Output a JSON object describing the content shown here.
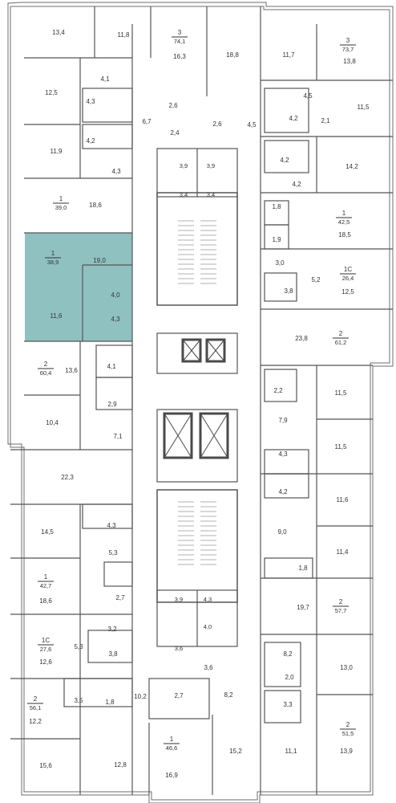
{
  "colors": {
    "highlight": "#8fc1c1",
    "wall": "#4a4a4a",
    "background": "#ffffff"
  },
  "units": [
    {
      "id": "u1",
      "rooms": "1",
      "area": "39,0"
    },
    {
      "id": "u2",
      "rooms": "1",
      "area": "38,9",
      "highlighted": true
    },
    {
      "id": "u3",
      "rooms": "2",
      "area": "60,4"
    },
    {
      "id": "u4",
      "rooms": "1",
      "area": "42,7"
    },
    {
      "id": "u5",
      "rooms": "1С",
      "area": "27,6"
    },
    {
      "id": "u6",
      "rooms": "2",
      "area": "56,1"
    },
    {
      "id": "u7",
      "rooms": "1",
      "area": "46,6"
    },
    {
      "id": "u8",
      "rooms": "3",
      "area": "74,1"
    },
    {
      "id": "u9",
      "rooms": "3",
      "area": "73,7"
    },
    {
      "id": "u10",
      "rooms": "1",
      "area": "42,5"
    },
    {
      "id": "u11",
      "rooms": "1С",
      "area": "26,4"
    },
    {
      "id": "u12",
      "rooms": "2",
      "area": "61,2"
    },
    {
      "id": "u13",
      "rooms": "2",
      "area": "57,7"
    },
    {
      "id": "u14",
      "rooms": "2",
      "area": "51,5"
    }
  ],
  "rooms": [
    "13,4",
    "11,8",
    "16,3",
    "18,8",
    "11,7",
    "13,8",
    "12,5",
    "4,1",
    "4,3",
    "4,2",
    "2,6",
    "6,7",
    "2,4",
    "2,6",
    "4,5",
    "4,5",
    "4,2",
    "2,1",
    "11,5",
    "11,9",
    "4,3",
    "3,9",
    "3,9",
    "4,2",
    "14,2",
    "18,6",
    "3,4",
    "3,4",
    "4,2",
    "1,8",
    "18,5",
    "19,0",
    "1,9",
    "3,0",
    "5,2",
    "12,5",
    "3,8",
    "4,0",
    "11,6",
    "4,3",
    "23,8",
    "13,6",
    "4,1",
    "2,2",
    "11,5",
    "2,9",
    "7,9",
    "10,4",
    "7,1",
    "11,5",
    "4,3",
    "22,3",
    "4,2",
    "11,6",
    "4,3",
    "14,5",
    "9,0",
    "5,3",
    "11,4",
    "1,8",
    "18,6",
    "2,7",
    "19,7",
    "3,9",
    "4,3",
    "4,0",
    "3,2",
    "5,3",
    "3,8",
    "12,6",
    "3,6",
    "3,6",
    "8,2",
    "2,0",
    "13,0",
    "10,2",
    "3,5",
    "1,8",
    "12,2",
    "2,7",
    "8,2",
    "3,3",
    "15,6",
    "12,8",
    "16,9",
    "15,2",
    "11,1",
    "13,9"
  ]
}
